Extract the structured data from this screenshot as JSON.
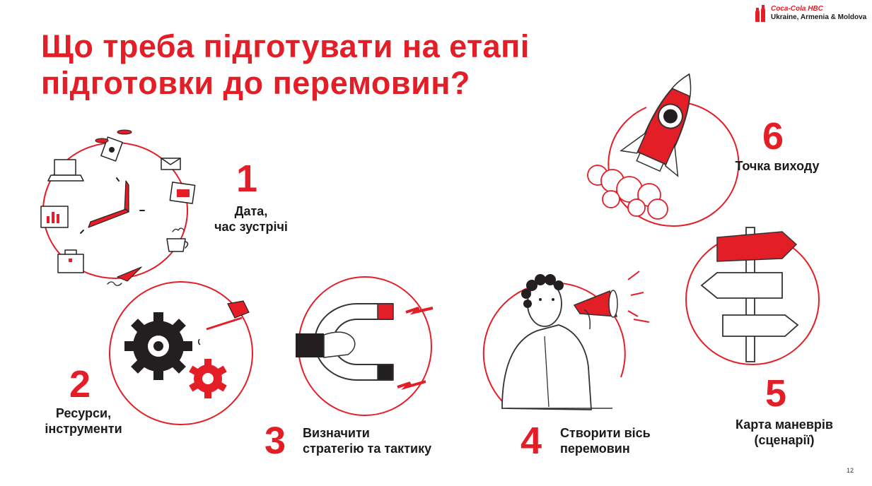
{
  "title": {
    "line1": "Що треба підготувати на етапі",
    "line2": "підготовки до перемовин?"
  },
  "logo": {
    "brand": "Coca-Cola HBC",
    "region": "Ukraine, Armenia & Moldova"
  },
  "steps": [
    {
      "number": "1",
      "line1": "Дата,",
      "line2": "час зустрічі",
      "icon": "clock-icon"
    },
    {
      "number": "2",
      "line1": "Ресурси,",
      "line2": "інструменти",
      "icon": "gears-icon"
    },
    {
      "number": "3",
      "line1": "Визначити",
      "line2": "стратегію та тактику",
      "icon": "magnet-icon"
    },
    {
      "number": "4",
      "line1": "Створити вісь",
      "line2": "перемовин",
      "icon": "megaphone-person-icon"
    },
    {
      "number": "5",
      "line1": "Карта маневрів",
      "line2": "(сценарії)",
      "icon": "signpost-icon"
    },
    {
      "number": "6",
      "line1": "Точка виходу",
      "icon": "rocket-icon"
    }
  ],
  "page_number": "12",
  "colors": {
    "accent": "#e41e26",
    "text": "#1a1a1a"
  }
}
